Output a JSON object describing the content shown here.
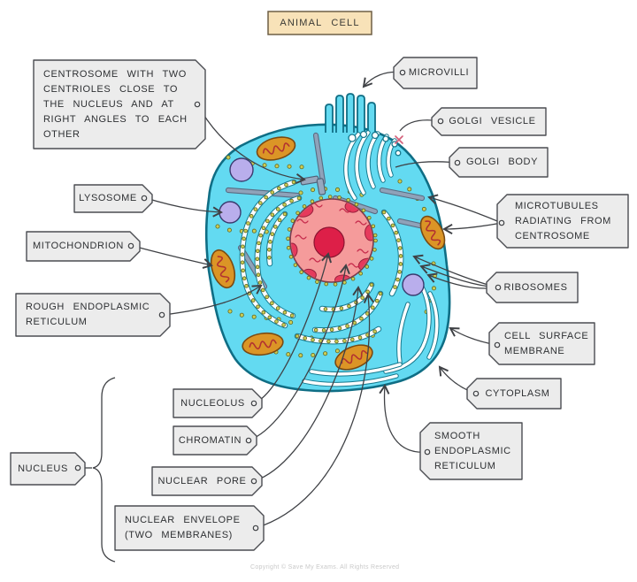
{
  "title": "ANIMAL CELL",
  "copyright": "Copyright © Save My Exams. All Rights Reserved",
  "colors": {
    "cell_fill": "#63DAF1",
    "cell_border": "#0F6E85",
    "er_line": "#15798E",
    "nucleus_fill": "#F59B9B",
    "nucleolus_fill": "#DD1F48",
    "chromatin_patch": "#E63A5C",
    "mitochondrion_fill": "#DB9526",
    "lysosome_fill": "#B9AEEC",
    "ribosome_dot": "#CBCE55",
    "ribosome_dot_outline": "#63651F",
    "label_fill": "#ECECEC",
    "label_border": "#4B4D52",
    "title_fill": "#F8E2B8",
    "connector": "#3F4145"
  },
  "labels": {
    "centrosome": {
      "lines": [
        "CENTROSOME  WITH  TWO",
        "CENTRIOLES  CLOSE  TO",
        "THE  NUCLEUS  AND  AT",
        "RIGHT  ANGLES  TO  EACH",
        "OTHER"
      ]
    },
    "lysosome": {
      "text": "LYSOSOME"
    },
    "mitochondrion": {
      "text": "MITOCHONDRION"
    },
    "rough_er": {
      "lines": [
        "ROUGH  ENDOPLASMIC",
        "RETICULUM"
      ]
    },
    "nucleus": {
      "text": "NUCLEUS"
    },
    "nucleolus": {
      "text": "NUCLEOLUS"
    },
    "chromatin": {
      "text": "CHROMATIN"
    },
    "nuclear_pore": {
      "text": "NUCLEAR  PORE"
    },
    "nuclear_envelope": {
      "lines": [
        "NUCLEAR  ENVELOPE",
        "(TWO  MEMBRANES)"
      ]
    },
    "microvilli": {
      "text": "MICROVILLI"
    },
    "golgi_vesicle": {
      "text": "GOLGI  VESICLE"
    },
    "golgi_body": {
      "text": "GOLGI  BODY"
    },
    "microtubules": {
      "lines": [
        "MICROTUBULES",
        "RADIATING  FROM",
        "CENTROSOME"
      ]
    },
    "ribosomes": {
      "text": "RIBOSOMES"
    },
    "cell_surface_membrane": {
      "lines": [
        "CELL  SURFACE",
        "MEMBRANE"
      ]
    },
    "cytoplasm": {
      "text": "CYTOPLASM"
    },
    "smooth_er": {
      "lines": [
        "SMOOTH",
        "ENDOPLASMIC",
        "RETICULUM"
      ]
    }
  }
}
